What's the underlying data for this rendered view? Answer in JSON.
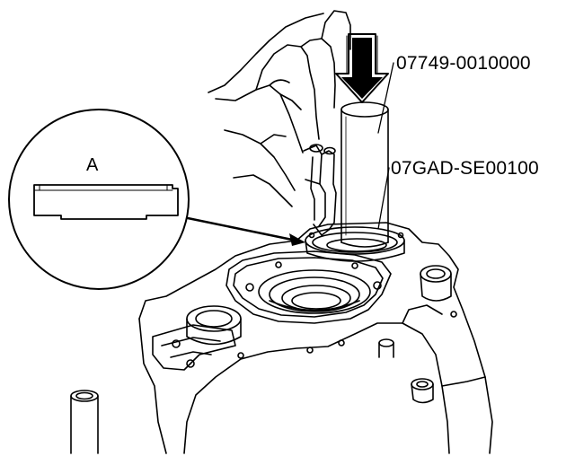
{
  "diagram": {
    "detail_label": "A",
    "callouts": [
      {
        "id": "tool-handle",
        "text": "07749-0010000"
      },
      {
        "id": "tool-driver",
        "text": "07GAD-SE00100"
      }
    ],
    "icons": [
      "force-arrow-icon",
      "hand-icon",
      "magnifier-callout-icon"
    ],
    "colors": {
      "ink": "#000000",
      "paper": "#ffffff"
    }
  }
}
